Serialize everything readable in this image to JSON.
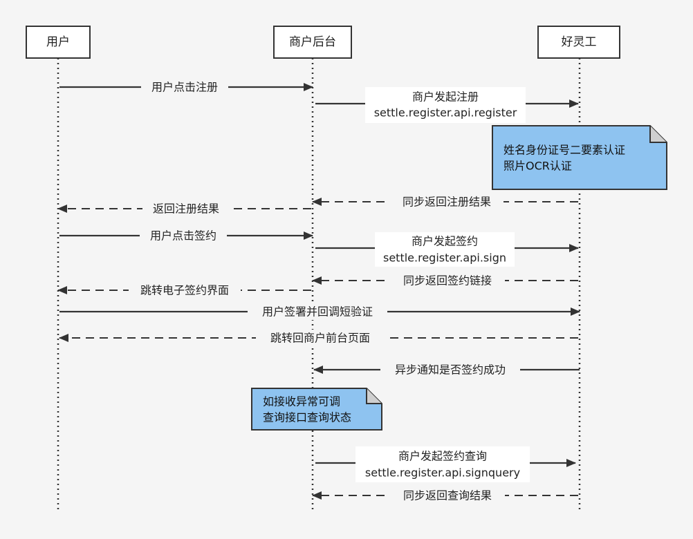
{
  "actors": [
    {
      "id": "user",
      "label": "用户"
    },
    {
      "id": "merchant",
      "label": "商户后台"
    },
    {
      "id": "hlg",
      "label": "好灵工"
    }
  ],
  "messages": [
    {
      "from": "user",
      "to": "merchant",
      "style": "solid",
      "lines": [
        "用户点击注册"
      ]
    },
    {
      "from": "merchant",
      "to": "hlg",
      "style": "solid",
      "lines": [
        "商户发起注册",
        "settle.register.api.register"
      ]
    },
    {
      "from": "hlg",
      "to": "merchant",
      "style": "dashed",
      "lines": [
        "同步返回注册结果"
      ]
    },
    {
      "from": "merchant",
      "to": "user",
      "style": "dashed",
      "lines": [
        "返回注册结果"
      ]
    },
    {
      "from": "user",
      "to": "merchant",
      "style": "solid",
      "lines": [
        "用户点击签约"
      ]
    },
    {
      "from": "merchant",
      "to": "hlg",
      "style": "solid",
      "lines": [
        "商户发起签约",
        "settle.register.api.sign"
      ]
    },
    {
      "from": "hlg",
      "to": "merchant",
      "style": "dashed",
      "lines": [
        "同步返回签约链接"
      ]
    },
    {
      "from": "merchant",
      "to": "user",
      "style": "dashed",
      "lines": [
        "跳转电子签约界面"
      ]
    },
    {
      "from": "user",
      "to": "hlg",
      "style": "solid",
      "lines": [
        "用户签署并回调短验证"
      ]
    },
    {
      "from": "hlg",
      "to": "user",
      "style": "dashed",
      "lines": [
        "跳转回商户前台页面"
      ]
    },
    {
      "from": "hlg",
      "to": "merchant",
      "style": "solid",
      "lines": [
        "异步通知是否签约成功"
      ]
    },
    {
      "from": "merchant",
      "to": "hlg",
      "style": "solid",
      "lines": [
        "商户发起签约查询",
        "settle.register.api.signquery"
      ]
    },
    {
      "from": "hlg",
      "to": "merchant",
      "style": "dashed",
      "lines": [
        "同步返回查询结果"
      ]
    }
  ],
  "notes": [
    {
      "lines": [
        "姓名身份证号二要素认证",
        "照片OCR认证"
      ]
    },
    {
      "lines": [
        "如接收异常可调",
        "查询接口查询状态"
      ]
    }
  ],
  "colors": {
    "note_fill": "#8ec3f0",
    "line": "#333333",
    "background": "#f5f5f5"
  }
}
